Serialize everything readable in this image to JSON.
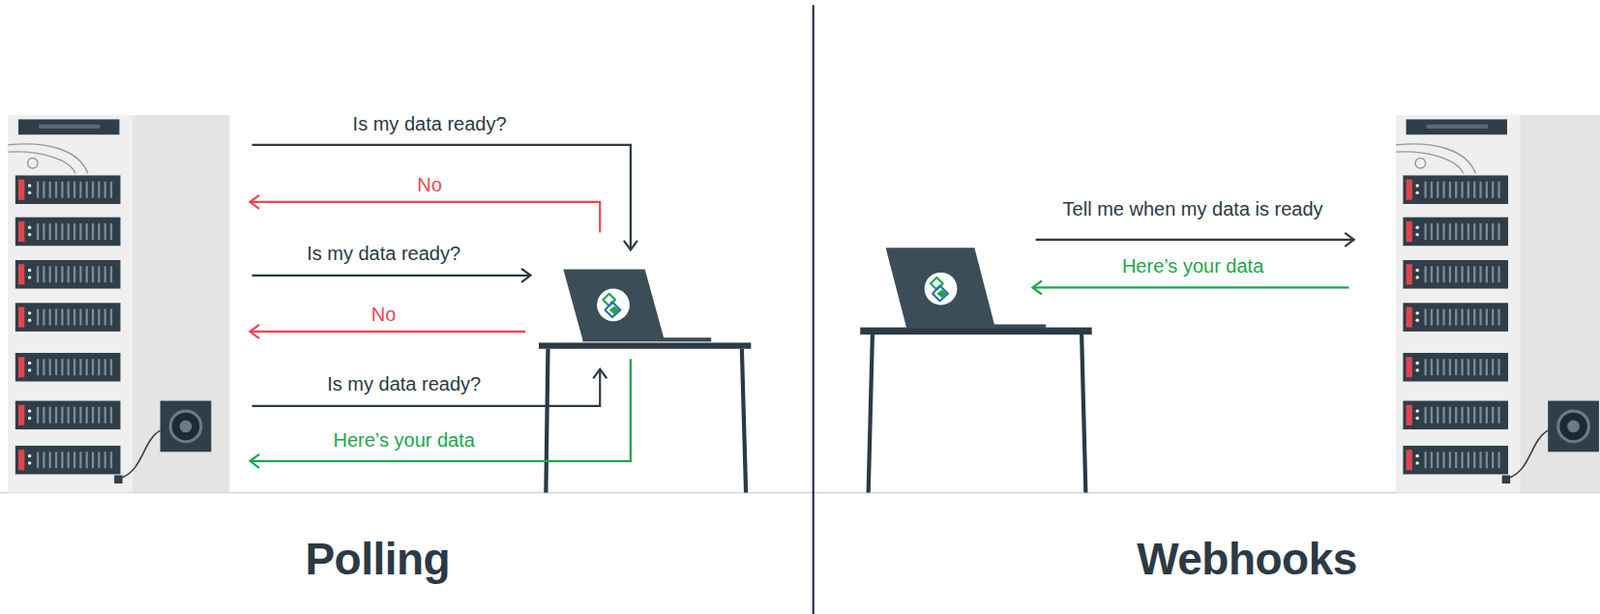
{
  "diagram": {
    "nodes": [
      {
        "text": []
      },
      {
        "text": []
      },
      {
        "text": []
      },
      {
        "text": []
      }
    ],
    "edges": [
      {
        "from": 0,
        "to": 1,
        "arrow": "to",
        "label": "Is my data ready?"
      },
      {
        "from": 1,
        "to": 0,
        "arrow": "to",
        "label": "No"
      },
      {
        "from": 0,
        "to": 1,
        "arrow": "to",
        "label": "Is my data ready?"
      },
      {
        "from": 1,
        "to": 0,
        "arrow": "to",
        "label": "No"
      },
      {
        "from": 0,
        "to": 1,
        "arrow": "to",
        "label": "Is my data ready?"
      },
      {
        "from": 1,
        "to": 0,
        "arrow": "to",
        "label": "Here’s your data"
      },
      {
        "from": 2,
        "to": 3,
        "arrow": "to",
        "label": "Tell me when my data is ready"
      },
      {
        "from": 3,
        "to": 2,
        "arrow": "to",
        "label": "Here’s your data"
      }
    ],
    "labels": [
      "Polling",
      "Webhooks"
    ]
  }
}
